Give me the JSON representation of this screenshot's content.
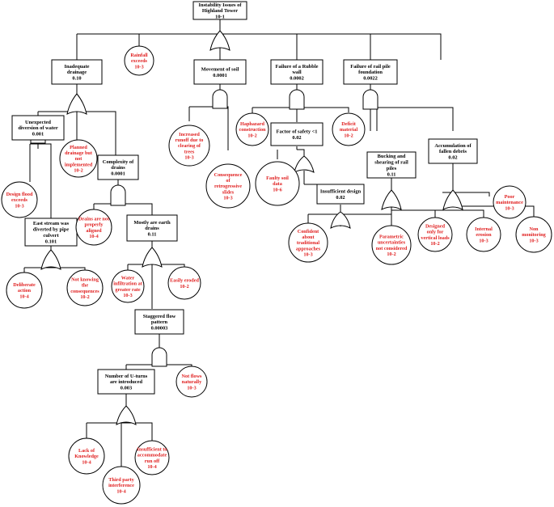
{
  "diagram": {
    "events": {
      "top": [
        "Instability Issues of",
        "Highland Tower",
        "10-1"
      ],
      "drainage": [
        "Inadequate",
        "drainage",
        "0.10"
      ],
      "movement": [
        "Movement of soil",
        "0.0001"
      ],
      "rubble": [
        "Failure of a Rubble",
        "wall",
        "0.0002"
      ],
      "railpile": [
        "Failure of rail pile",
        "foundation",
        "0.0022"
      ],
      "unexpected": [
        "Unexpected",
        "diversion of water",
        "0.001"
      ],
      "complexity": [
        "Complexity of",
        "drains",
        "0.0001"
      ],
      "eaststream": [
        "East stream was",
        "diverted by  pipe",
        "culvert",
        "0.101"
      ],
      "earthdrains": [
        "Mostly are earth",
        "drains",
        "0.11"
      ],
      "staggered": [
        "Staggered flow",
        "pattern",
        "0.00003"
      ],
      "uturns": [
        "Number of U-turns",
        "are introduced",
        "0.003"
      ],
      "safety": [
        "Factor of safety <1",
        "0.02"
      ],
      "insufficient": [
        "Insufficient design",
        "0.02"
      ],
      "buckling": [
        "Bucking and",
        "shearing of rail",
        "piles",
        "0.11"
      ],
      "debris": [
        "Accumulation of",
        "fallen debris",
        "0.02"
      ]
    },
    "basics": {
      "rainfall": [
        "Rainfall",
        "exceeds",
        "10-3"
      ],
      "planned": [
        "Planned",
        "drainage but",
        "not",
        "implemented",
        "10-2"
      ],
      "designflood": [
        "Design flood",
        "exceeds",
        "10-3"
      ],
      "deliberate": [
        "Deliberate",
        "action",
        "10-4"
      ],
      "notknowing": [
        "Not knowing",
        "the",
        "consequences",
        "10-2"
      ],
      "notaligned": [
        "Drains are not",
        "properly",
        "aligned",
        "10-4"
      ],
      "infiltration": [
        "Water",
        "infiltration at",
        "greater rate",
        "10-3"
      ],
      "eroded": [
        "Easily eroded",
        "10-2"
      ],
      "notflows": [
        "Not flows",
        "naturally",
        "10-3"
      ],
      "lack": [
        "Lack of",
        "Knowledge",
        "10-4"
      ],
      "thirdparty": [
        "Third party",
        "interference",
        "10-4"
      ],
      "runoffaccom": [
        "Insufficient to",
        "accommodate",
        "run off",
        "10-4"
      ],
      "runoff": [
        "Increased",
        "runoff due to",
        "clearing of",
        "trees",
        "10-3"
      ],
      "retro": [
        "Consequence",
        "of",
        "retrogressive",
        "slides",
        "10-3"
      ],
      "haphazard": [
        "Haphazard",
        "construction",
        "10-2"
      ],
      "deficit": [
        "Deficit",
        "material",
        "10-2"
      ],
      "faulty": [
        "Faulty soil",
        "data",
        "10-6"
      ],
      "confident": [
        "Confident",
        "about",
        "traditional",
        "approaches",
        "10-3"
      ],
      "parametric": [
        "Parametric",
        "uncertainties",
        "not considered",
        "10-2"
      ],
      "designedonly": [
        "Designed",
        "only for",
        "vertical loads",
        "10-2"
      ],
      "erosion": [
        "Internal",
        "erosion",
        "10-3"
      ],
      "maintenance": [
        "Poor",
        "maintenance",
        "10-3"
      ],
      "monitoring": [
        "Non",
        "monitoring",
        "10-3"
      ]
    }
  }
}
